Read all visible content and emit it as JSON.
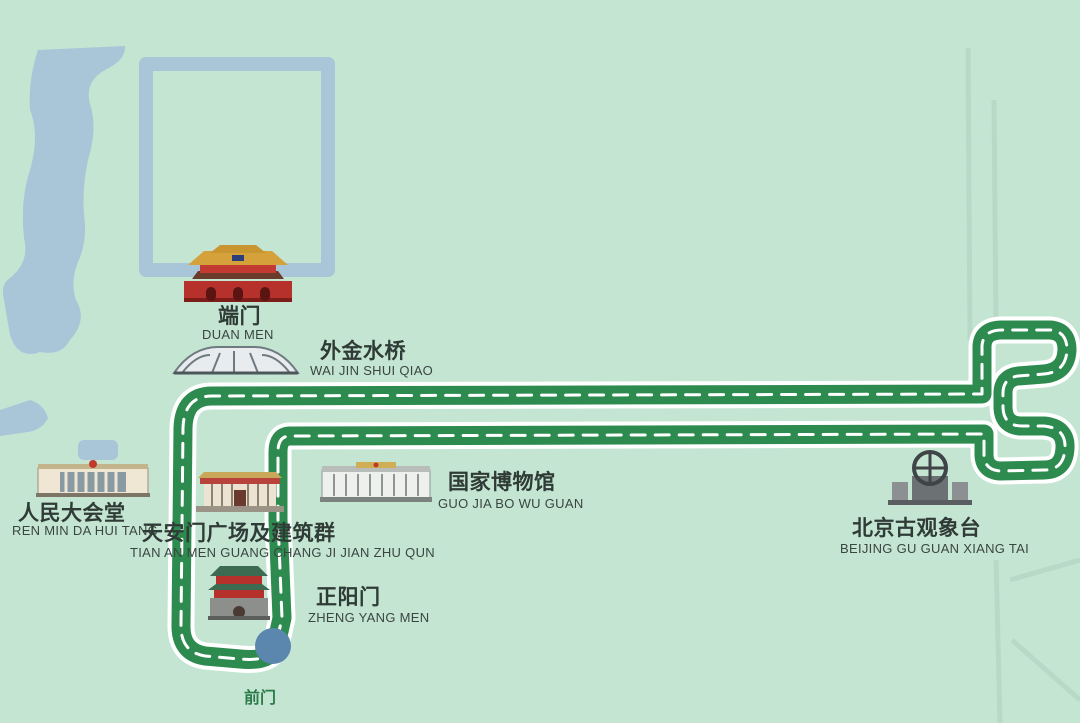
{
  "map": {
    "colors": {
      "background": "#c5e5d3",
      "water": "#a9c5d8",
      "route": "#2e8b4f",
      "route_outline": "#ffffff",
      "end_marker": "#5b86ad"
    },
    "landmarks": {
      "duanmen": {
        "cn": "端门",
        "en": "DUAN MEN",
        "icon": "gate-tower-icon"
      },
      "waijinshuiqiao": {
        "cn": "外金水桥",
        "en": "WAI JIN SHUI QIAO",
        "icon": "arch-bridge-icon"
      },
      "renmindahuitang": {
        "cn": "人民大会堂",
        "en": "REN MIN DA HUI TANG",
        "icon": "great-hall-icon"
      },
      "tiananmen_square": {
        "cn": "天安门广场及建筑群",
        "en": "TIAN AN MEN GUANG CHANG JI JIAN ZHU QUN",
        "icon": "memorial-hall-icon"
      },
      "guojiabowuguan": {
        "cn": "国家博物馆",
        "en": "GUO JIA BO WU GUAN",
        "icon": "museum-icon"
      },
      "zhengyangmen": {
        "cn": "正阳门",
        "en": "ZHENG YANG MEN",
        "icon": "zhengyang-gate-icon"
      },
      "guanxiangtai": {
        "cn": "北京古观象台",
        "en": "BEIJING GU GUAN XIANG TAI",
        "icon": "observatory-icon"
      }
    },
    "route_end": {
      "label": "前门"
    }
  }
}
